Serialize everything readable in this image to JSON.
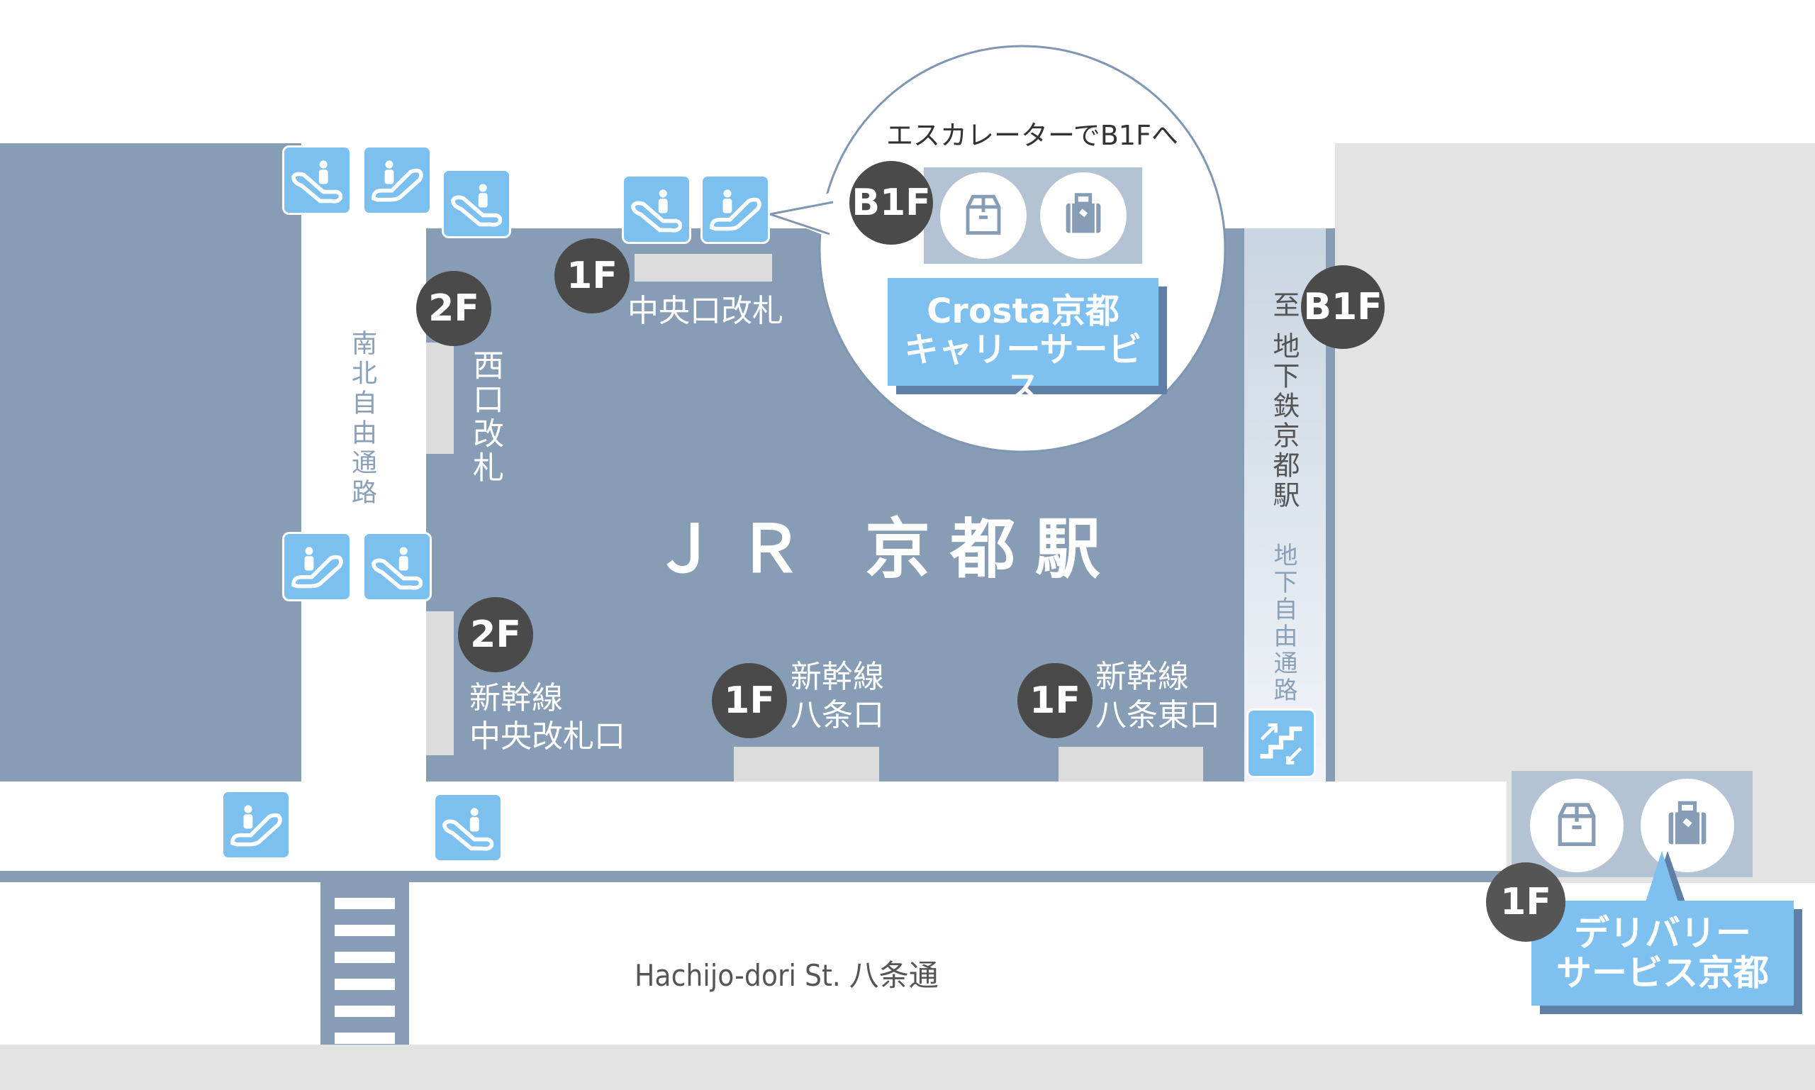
{
  "station_name": "ＪＲ 京都駅",
  "walkway_label": "南北自由通路",
  "subway_label": "至 地下鉄京都駅",
  "underground_label": "地下自由通路",
  "street_label": "Hachijo-dori St. 八条通",
  "gates": {
    "central": {
      "floor": "1F",
      "label": "中央口改札"
    },
    "west": {
      "floor": "2F",
      "label": "西口改札"
    },
    "shinkansen_central": {
      "floor": "2F",
      "label_line1": "新幹線",
      "label_line2": "中央改札口"
    },
    "hachijo": {
      "floor": "1F",
      "label_line1": "新幹線",
      "label_line2": "八条口"
    },
    "hachijo_east": {
      "floor": "1F",
      "label_line1": "新幹線",
      "label_line2": "八条東口"
    },
    "subway": {
      "floor": "B1F"
    }
  },
  "callout": {
    "note": "エスカレーターでB1Fへ",
    "floor": "B1F",
    "service_line1": "Crosta京都",
    "service_line2": "キャリーサービス"
  },
  "delivery": {
    "floor": "1F",
    "service_line1": "デリバリー",
    "service_line2": "サービス京都"
  },
  "colors": {
    "building": "#879db6",
    "accent": "#7ec0f0",
    "badge": "#4a4a4a",
    "ground": "#e3e3e3"
  }
}
